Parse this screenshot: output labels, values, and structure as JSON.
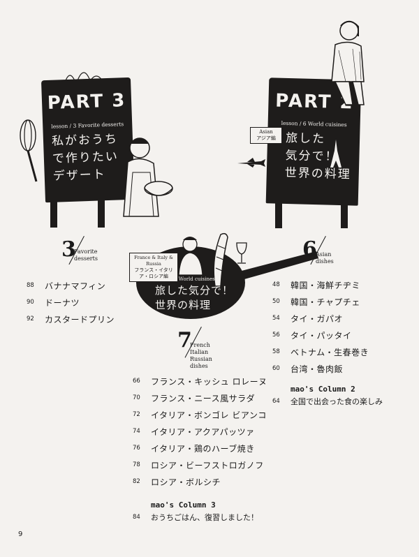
{
  "part3": {
    "part_label": "PART 3",
    "lesson": "lesson / 3 Favorite desserts",
    "title_lines": [
      "私がおうち",
      "で作りたい",
      "デザート"
    ]
  },
  "part2": {
    "part_label": "PART 2",
    "lesson": "lesson / 6 World cuisines",
    "region_en": "Asian",
    "region_jp": "アジア編",
    "title_lines": [
      "旅した",
      "気分で！",
      "世界の料理"
    ]
  },
  "pan": {
    "region_en": "France & Italy & Russia",
    "region_jp": "フランス・イタリア・ロシア編",
    "lesson": "lesson / 7 World cuisines",
    "title_lines": [
      "旅した気分で！",
      "世界の料理"
    ]
  },
  "section3": {
    "num": "3",
    "label_lines": [
      "Favorite",
      "desserts"
    ],
    "items": [
      {
        "page": "88",
        "title": "バナナマフィン"
      },
      {
        "page": "90",
        "title": "ドーナツ"
      },
      {
        "page": "92",
        "title": "カスタードプリン"
      }
    ]
  },
  "section6": {
    "num": "6",
    "label_lines": [
      "Asian",
      "dishes"
    ],
    "items": [
      {
        "page": "48",
        "title": "韓国・海鮮チヂミ"
      },
      {
        "page": "50",
        "title": "韓国・チャプチェ"
      },
      {
        "page": "54",
        "title": "タイ・ガパオ"
      },
      {
        "page": "56",
        "title": "タイ・パッタイ"
      },
      {
        "page": "58",
        "title": "ベトナム・生春巻き"
      },
      {
        "page": "60",
        "title": "台湾・魯肉飯"
      }
    ],
    "column": {
      "title": "mao's Column 2",
      "page": "64",
      "subtitle": "全国で出会った食の楽しみ"
    }
  },
  "section7": {
    "num": "7",
    "label_lines": [
      "French",
      "Italian",
      "Russian",
      "dishes"
    ],
    "items": [
      {
        "page": "66",
        "title": "フランス・キッシュ ロレーヌ"
      },
      {
        "page": "70",
        "title": "フランス・ニース風サラダ"
      },
      {
        "page": "72",
        "title": "イタリア・ボンゴレ ビアンコ"
      },
      {
        "page": "74",
        "title": "イタリア・アクアパッツァ"
      },
      {
        "page": "76",
        "title": "イタリア・鶏のハーブ焼き"
      },
      {
        "page": "78",
        "title": "ロシア・ビーフストロガノフ"
      },
      {
        "page": "82",
        "title": "ロシア・ボルシチ"
      }
    ],
    "column": {
      "title": "mao's Column 3",
      "page": "84",
      "subtitle": "おうちごはん、復習しました！"
    }
  },
  "page_number": "9",
  "colors": {
    "ink": "#1e1c1b",
    "paper": "#f4f2ef"
  }
}
